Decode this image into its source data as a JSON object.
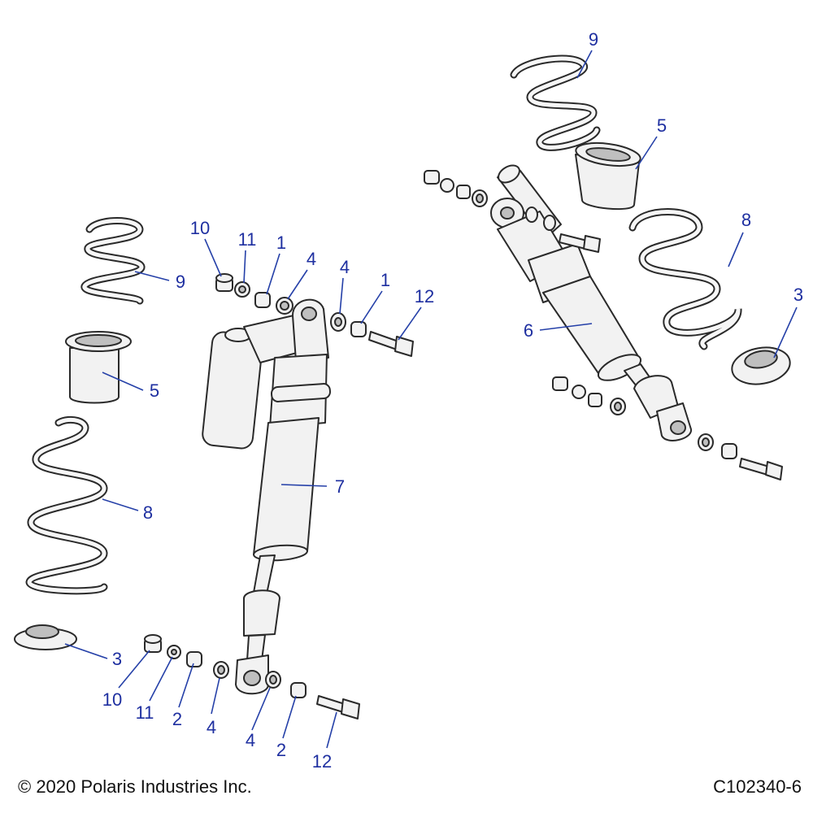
{
  "footer": {
    "copyright": "© 2020 Polaris Industries Inc.",
    "diagram_code": "C102340-6"
  },
  "callouts": {
    "left_assembly": {
      "spring_upper": "9",
      "spring_seat": "5",
      "spring_lower": "8",
      "spring_retainer": "3",
      "shock": "7",
      "top_nut": "10",
      "top_washer_small": "11",
      "top_bushing_a": "1",
      "top_washer_a": "4",
      "top_washer_b": "4",
      "top_bushing_b": "1",
      "top_bolt": "12",
      "bottom_nut": "10",
      "bottom_washer_small": "11",
      "bottom_bushing_a": "2",
      "bottom_washer_a": "4",
      "bottom_washer_b": "4",
      "bottom_bushing_b": "2",
      "bottom_bolt": "12"
    },
    "right_assembly": {
      "spring_upper": "9",
      "spring_seat": "5",
      "spring_lower": "8",
      "spring_retainer": "3",
      "shock": "6"
    }
  }
}
